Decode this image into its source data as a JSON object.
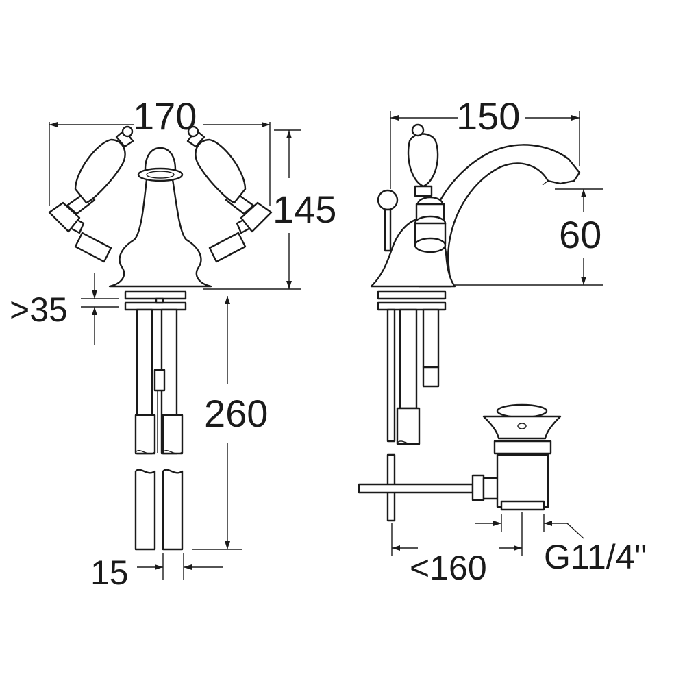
{
  "front_view": {
    "width_label": "170",
    "height_label": "145",
    "deck_thickness_label": ">35",
    "tail_length_label": "260",
    "pipe_diameter_label": "15"
  },
  "side_view": {
    "projection_label": "150",
    "spout_height_label": "60",
    "pop_up_reach_label": "<160",
    "waste_thread_label": "G11/4\""
  }
}
